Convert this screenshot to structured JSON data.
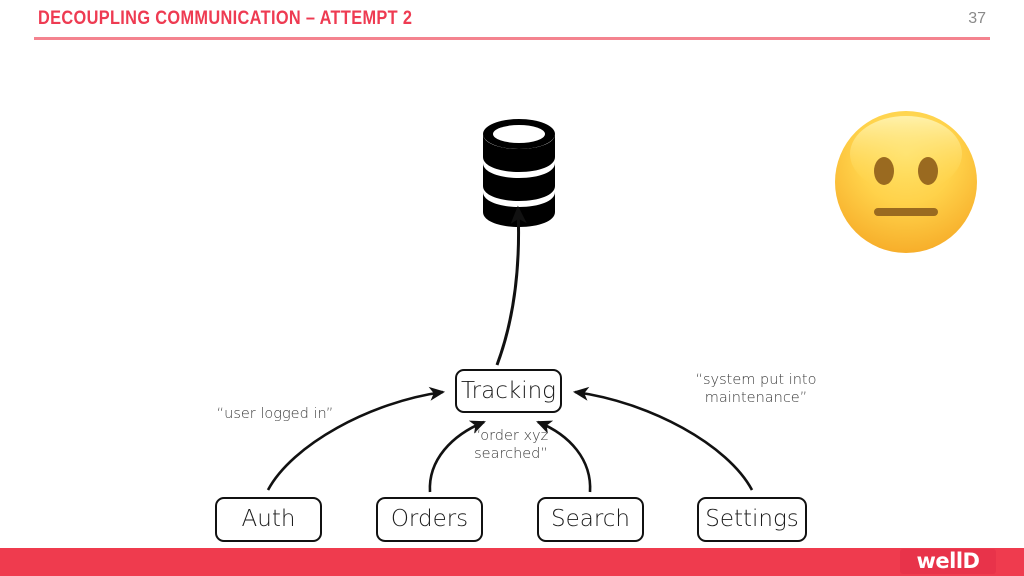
{
  "header": {
    "title": "Decoupling communication – attempt 2",
    "page_number": "37",
    "rule_color": "#f4838f",
    "title_color": "#ee3b52"
  },
  "footer": {
    "bar_color": "#ef3b4e",
    "logo_text": "wellD"
  },
  "diagram": {
    "database_icon": "database-cylinder-icon",
    "reaction_icon": "neutral-face-emoji",
    "hub": {
      "label": "Tracking"
    },
    "services": [
      {
        "label": "Auth"
      },
      {
        "label": "Orders"
      },
      {
        "label": "Search"
      },
      {
        "label": "Settings"
      }
    ],
    "messages": [
      {
        "from": "Auth",
        "to": "Tracking",
        "text": "“user logged in”"
      },
      {
        "from": "Orders",
        "to": "Tracking",
        "text": "“order xyz\nsearched”"
      },
      {
        "from": "Settings",
        "to": "Tracking",
        "text": "“system put into\nmaintenance”"
      }
    ],
    "stroke_color": "#111111"
  }
}
